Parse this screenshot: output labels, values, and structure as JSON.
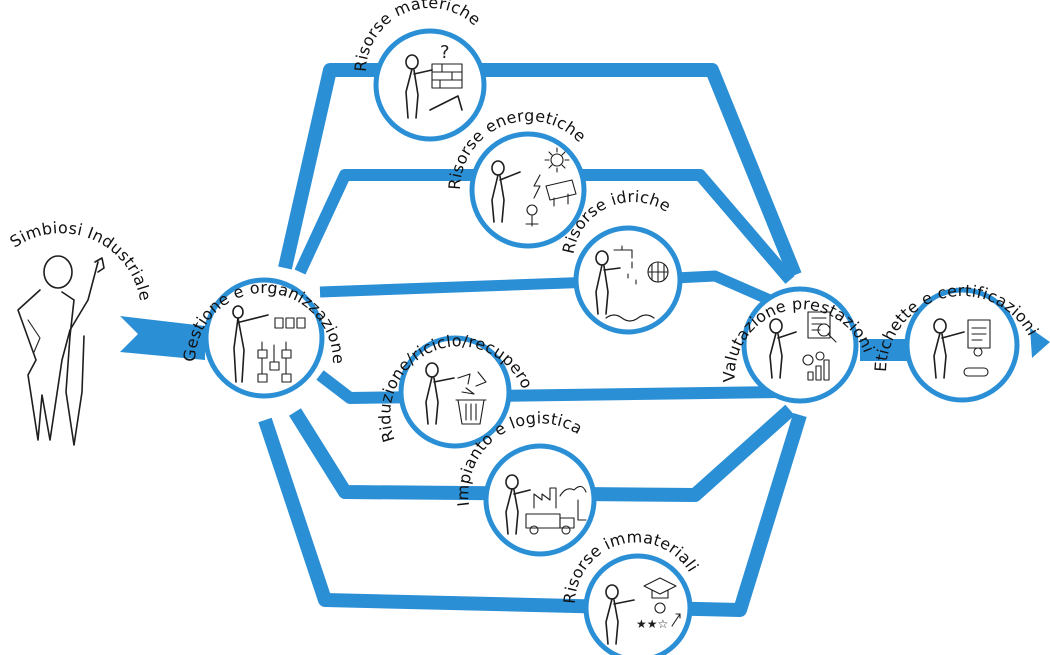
{
  "colors": {
    "path": "#2b8fd6",
    "node_border": "#2b8fd6",
    "node_fill": "#ffffff",
    "label_highlight": "#cfe3f3",
    "ink": "#1e1e1e"
  },
  "start": {
    "label": "Simbiosi Industriale",
    "icon": "person-pointing-up-icon"
  },
  "nodes": {
    "gestione": {
      "label": "Gestione e organizzazione",
      "icon": "org-chart-icon"
    },
    "materiche": {
      "label": "Risorse materiche",
      "icon": "bricks-question-icon"
    },
    "energetiche": {
      "label": "Risorse energetiche",
      "icon": "sun-solar-panel-icon"
    },
    "idriche": {
      "label": "Risorse idriche",
      "icon": "water-tap-icon"
    },
    "riduzione": {
      "label": "Riduzione/riciclo/recupero",
      "icon": "recycle-bin-icon"
    },
    "impianto": {
      "label": "Impianto e logistica",
      "icon": "factory-truck-icon"
    },
    "immateriali": {
      "label": "Risorse immateriali",
      "icon": "graduation-stars-icon"
    },
    "valutazione": {
      "label": "Valutazione prestazioni",
      "icon": "magnifier-chart-icon"
    },
    "etichette": {
      "label": "Etichette e certificazioni",
      "icon": "certificate-icon"
    }
  }
}
